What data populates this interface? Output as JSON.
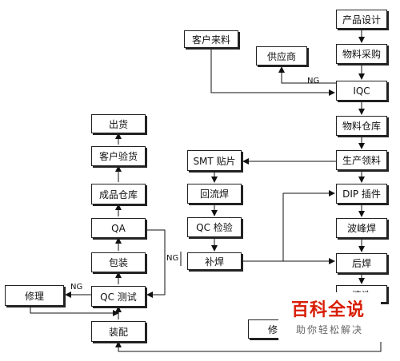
{
  "nodes": {
    "chanpin_sheji": "产品设计",
    "kehu_lailiao": "客户来料",
    "gongyingshang": "供应商",
    "wuliao_caigou": "物料采购",
    "iqc": "IQC",
    "wuliao_cangku": "物料仓库",
    "chuhuo": "出货",
    "kehu_yanhuo": "客户验货",
    "shengchan_lingliao": "生产领料",
    "smt_tiepian": "SMT 贴片",
    "chengpin_cangku": "成品仓库",
    "huiliuhan": "回流焊",
    "dip_chajian": "DIP 插件",
    "qa": "QA",
    "qc_jianyan": "QC 检验",
    "bofenghan": "波峰焊",
    "baozhuang": "包装",
    "buhan": "补焊",
    "houhan": "后焊",
    "xiuli": "修理",
    "qc_ceshi": "QC 测试",
    "zhuangpei": "装配",
    "qingxi_partial": "清洗",
    "xiu_partial": "修"
  },
  "edge_labels": {
    "ng_iqc": "NG",
    "ng_qa": "NG",
    "ng_qc": "NG"
  },
  "watermark": {
    "title": "百科全说",
    "subtitle": "助你轻松解决"
  }
}
